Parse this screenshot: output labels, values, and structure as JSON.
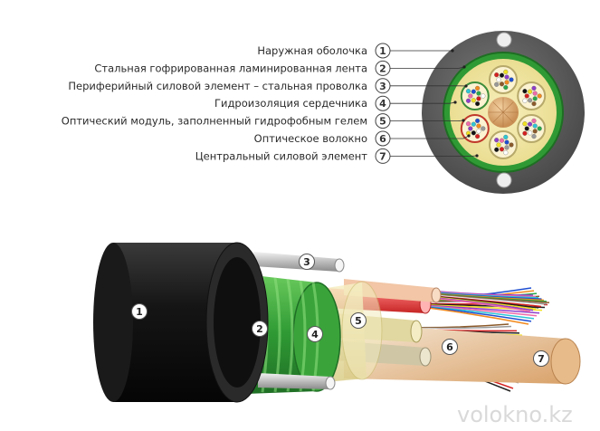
{
  "legend": [
    {
      "num": "1",
      "text": "Наружная оболочка"
    },
    {
      "num": "2",
      "text": "Стальная гофрированная ламинированная лента"
    },
    {
      "num": "3",
      "text": "Периферийный силовой элемент – стальная проволка"
    },
    {
      "num": "4",
      "text": "Гидроизоляция сердечника"
    },
    {
      "num": "5",
      "text": "Оптический модуль, заполненный гидрофобным гелем"
    },
    {
      "num": "6",
      "text": "Оптическое волокно"
    },
    {
      "num": "7",
      "text": "Центральный силовой элемент"
    }
  ],
  "cable_badges": [
    "1",
    "2",
    "3",
    "4",
    "5",
    "6",
    "7"
  ],
  "watermark": "volokno.kz",
  "icons": {
    "cross_section": "cable-cross-section-icon",
    "cable_3d": "cable-cutaway-icon"
  },
  "colors": {
    "sheath": "#5f5f5f",
    "sheath_3d": "#1d1d1d",
    "armor_green": "#3aa43a",
    "gel_yellow": "#f2e7a2",
    "central_member": "#e2b483",
    "steel": "#d4d4d4"
  }
}
